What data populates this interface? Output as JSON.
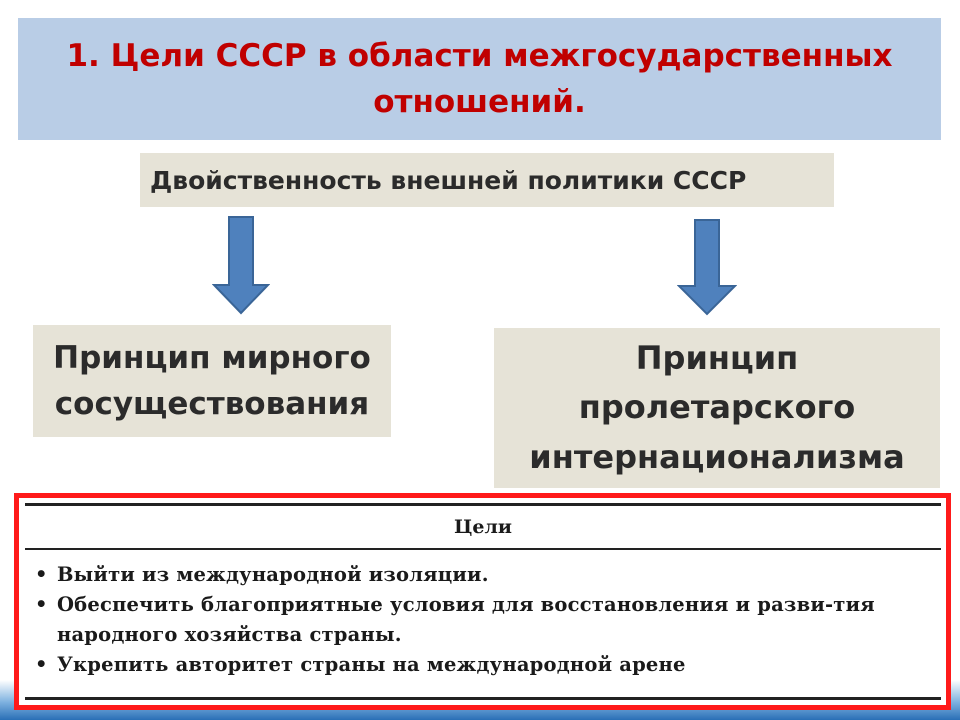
{
  "slide": {
    "title": "1. Цели СССР в области межгосударственных отношений.",
    "duality": "Двойственность внешней политики СССР",
    "principle_left": "Принцип мирного\nсосуществования",
    "principle_right": "Принцип\nпролетарского\nинтернационализма",
    "goals": {
      "header": "Цели",
      "bullet": "•",
      "items": [
        "Выйти из международной изоляции.",
        "Обеспечить благоприятные условия для восстановления и разви-тия народного хозяйства страны.",
        "Укрепить авторитет страны на международной арене"
      ]
    }
  },
  "colors": {
    "title_text": "#c00000",
    "title_bg": "#b9cde6",
    "box_bg": "#e6e3d7",
    "arrow_fill": "#4f81bd",
    "frame_border": "#ff1a1a"
  },
  "icons": {
    "arrow_left": "arrow-down-icon",
    "arrow_right": "arrow-down-icon"
  }
}
